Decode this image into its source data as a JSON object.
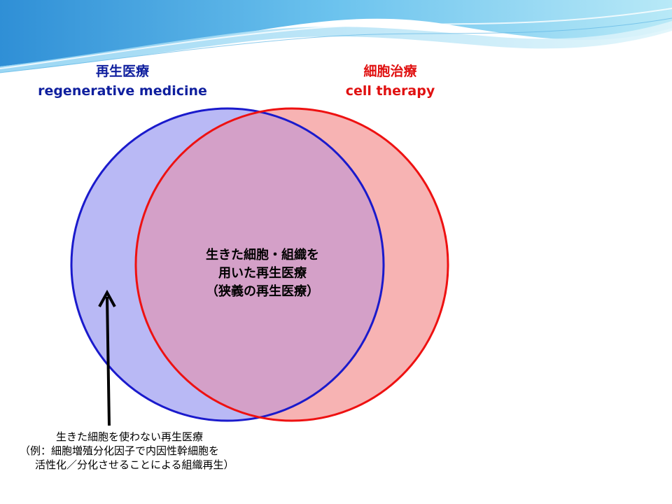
{
  "colors": {
    "regen_stroke": "#1a1acc",
    "regen_fill": "#b9b9f5",
    "cell_stroke": "#ee1111",
    "cell_fill": "#f7b3b3",
    "overlap_fill": "#d4a0c8",
    "regen_title": "#0f1f9e",
    "cell_title": "#e01010"
  },
  "regen_title": {
    "line1": "再生医療",
    "line2": "regenerative medicine"
  },
  "cell_title": {
    "line1": "細胞治療",
    "line2": "cell therapy"
  },
  "center_label": {
    "line1": "生きた細胞・組織を",
    "line2": "用いた再生医療",
    "line3": "（狭義の再生医療）"
  },
  "bottom_note": {
    "line1": "生きた細胞を使わない再生医療",
    "line2": "（例：細胞増殖分化因子で内因性幹細胞を",
    "line3": "活性化／分化させることによる組織再生）"
  }
}
